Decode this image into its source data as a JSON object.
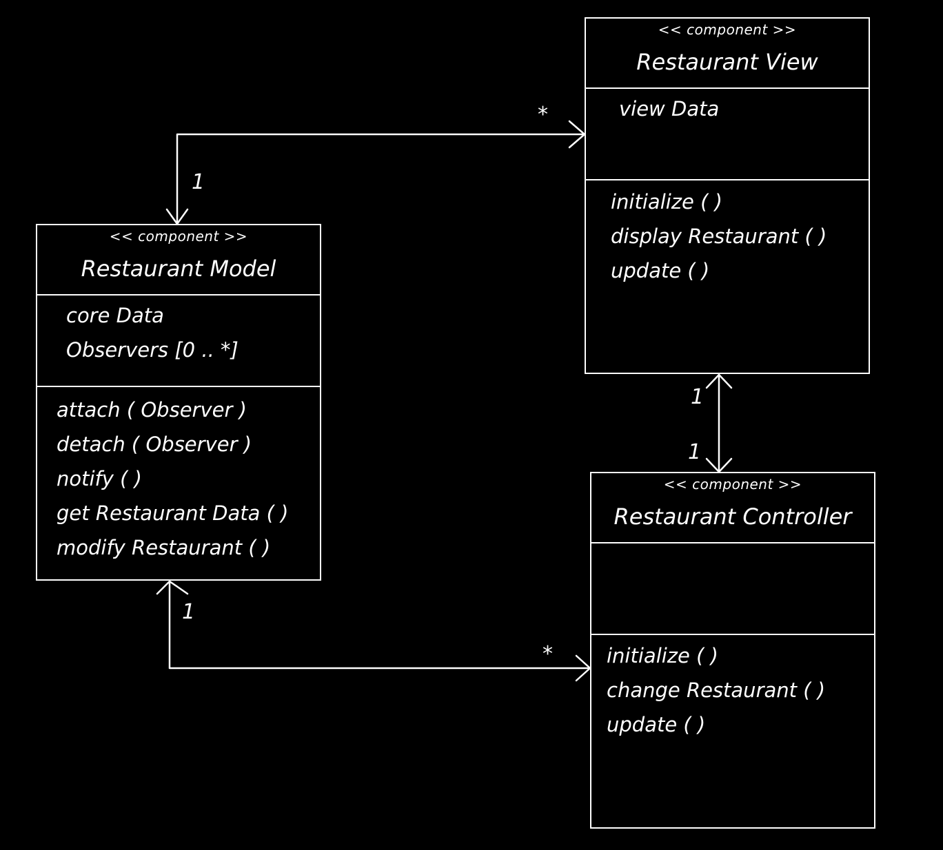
{
  "colors": {
    "background": "#000000",
    "stroke": "#ffffff"
  },
  "model": {
    "stereotype": "<< component >>",
    "name": "Restaurant Model",
    "attributes": [
      "core Data",
      "Observers [0 .. *]"
    ],
    "operations": [
      "attach ( Observer )",
      "detach ( Observer )",
      "notify ( )",
      "get Restaurant Data ( )",
      "modify Restaurant ( )"
    ]
  },
  "view": {
    "stereotype": "<< component >>",
    "name": "Restaurant View",
    "attributes": [
      "view Data"
    ],
    "operations": [
      "initialize ( )",
      "display Restaurant ( )",
      "update ( )"
    ]
  },
  "controller": {
    "stereotype": "<< component >>",
    "name": "Restaurant Controller",
    "attributes": [],
    "operations": [
      "initialize ( )",
      "change Restaurant ( )",
      "update ( )"
    ]
  },
  "associations": {
    "model_view": {
      "model_end": "1",
      "view_end": "*"
    },
    "view_controller": {
      "view_end": "1",
      "controller_end": "1"
    },
    "model_controller": {
      "model_end": "1",
      "controller_end": "*"
    }
  }
}
